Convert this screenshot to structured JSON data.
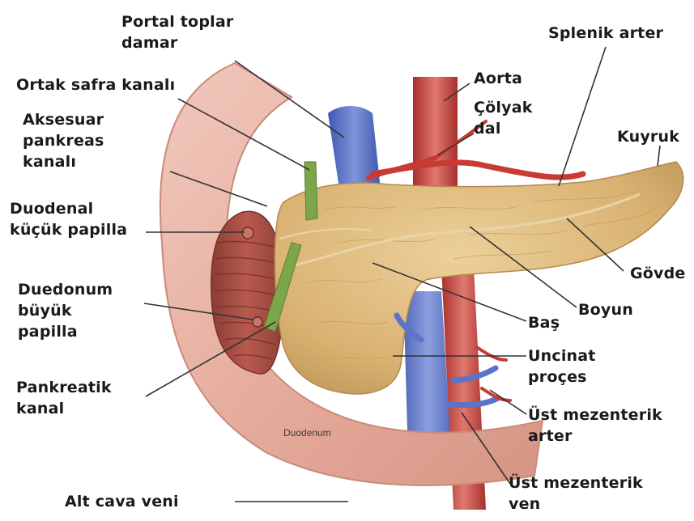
{
  "labels": {
    "portal_vein": "Portal toplar\ndamar",
    "splenic_artery": "Splenik arter",
    "common_bile_duct": "Ortak safra kanalı",
    "aorta": "Aorta",
    "celiac_trunk": "Çölyak\ndal",
    "accessory_duct": "Aksesuar\npankreas\nkanalı",
    "tail": "Kuyruk",
    "minor_papilla": "Duodenal\nküçük papilla",
    "body": "Gövde",
    "neck": "Boyun",
    "major_papilla": "Duedonum\nbüyük\npapilla",
    "head": "Baş",
    "uncinate": "Uncinat\nproçes",
    "pancreatic_duct": "Pankreatik\nkanal",
    "sma": "Üst mezenterik\narter",
    "smv": "Üst mezenterik\nven",
    "ivc": "Alt cava veni",
    "duodenum": "Duodenum"
  },
  "colors": {
    "duodenum": "#e8b2a4",
    "pancreas": "#ddb877",
    "artery": "#c93a35",
    "vein": "#5c74c8",
    "bile_duct": "#7da64a",
    "leader": "#333333"
  }
}
